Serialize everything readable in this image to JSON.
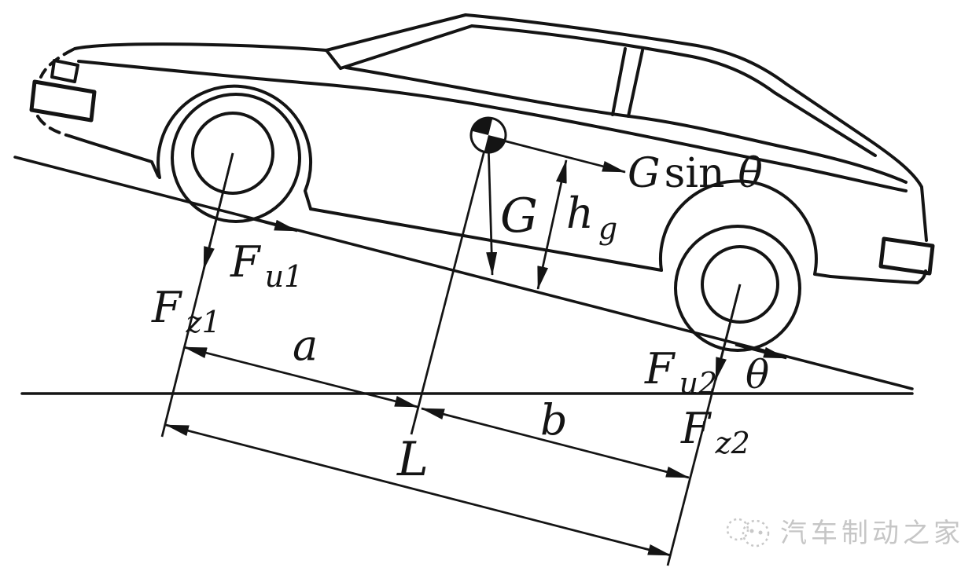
{
  "page": {
    "background": "#ffffff",
    "ink_color": "#141414",
    "watermark_color": "#c6c6c6"
  },
  "diagram": {
    "description": "Free-body diagram of a car braking on a downhill slope",
    "labels": {
      "gsin": {
        "g": "G",
        "sin": "sin",
        "theta": "θ"
      },
      "g_force": "G",
      "hg": {
        "base": "h",
        "sub": "g"
      },
      "fu1": {
        "base": "F",
        "sub": "u1"
      },
      "fz1": {
        "base": "F",
        "sub": "z1"
      },
      "fu2": {
        "base": "F",
        "sub": "u2"
      },
      "fz2": {
        "base": "F",
        "sub": "z2"
      },
      "dim_a": "a",
      "dim_b": "b",
      "dim_l": "L",
      "angle_theta": "θ"
    },
    "watermark": {
      "text": "汽车制动之家"
    }
  }
}
